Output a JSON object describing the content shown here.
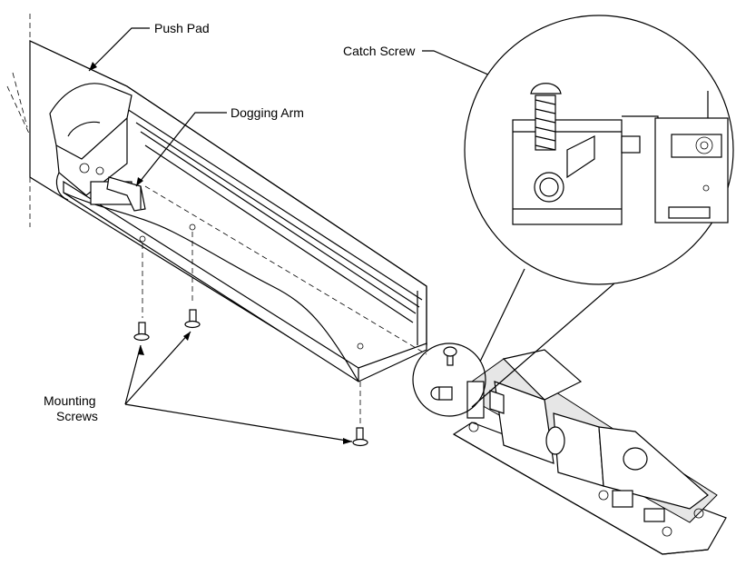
{
  "labels": {
    "push_pad": "Push Pad",
    "dogging_arm": "Dogging Arm",
    "catch_screw": "Catch Screw",
    "mounting_screws_line1": "Mounting",
    "mounting_screws_line2": "Screws"
  }
}
